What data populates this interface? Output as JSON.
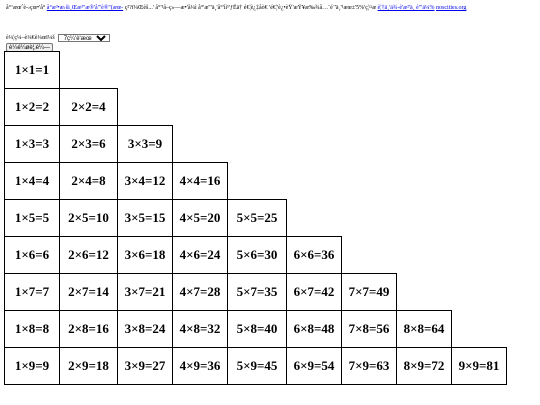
{
  "header": {
    "garbled_text": "å°‘æœˆè-›çœ•'å°",
    "link_text": "å°æ³•æ›ši¸Œæ³\"æ®'å\"'è®\"(æœ-",
    "rest_text": "ç²?ï¼Œèš...' å°'¹â–ç»—æ•'å¼ì å°'æ'\"ä¸'å°'ìì¹'ƒËä†    é€¦è¿‡åò€ 'é€¦'è¿•èŸ'æŸ¥æ‰¾å…¨é¨'ä¸'¹æœ±'5%'ç¦¤æ",
    "link2_text": "è¦†ä¸'ä¾-è'æ²'ä¸ è'\"ä¼%",
    "domain_link": "noscities.org"
  },
  "controls": {
    "label": "è¼¦ç¼–è¼€è¼œï¼š",
    "select_value": "7ç¼'è'æœ",
    "button_label": "è¼é¼øè¦‚è¼—"
  },
  "table": {
    "rows": [
      [
        "1×1=1"
      ],
      [
        "1×2=2",
        "2×2=4"
      ],
      [
        "1×3=3",
        "2×3=6",
        "3×3=9"
      ],
      [
        "1×4=4",
        "2×4=8",
        "3×4=12",
        "4×4=16"
      ],
      [
        "1×5=5",
        "2×5=10",
        "3×5=15",
        "4×5=20",
        "5×5=25"
      ],
      [
        "1×6=6",
        "2×6=12",
        "3×6=18",
        "4×6=24",
        "5×6=30",
        "6×6=36"
      ],
      [
        "1×7=7",
        "2×7=14",
        "3×7=21",
        "4×7=28",
        "5×7=35",
        "6×7=42",
        "7×7=49"
      ],
      [
        "1×8=8",
        "2×8=16",
        "3×8=24",
        "4×8=32",
        "5×8=40",
        "6×8=48",
        "7×8=56",
        "8×8=64"
      ],
      [
        "1×9=9",
        "2×9=18",
        "3×9=27",
        "4×9=36",
        "5×9=45",
        "6×9=54",
        "7×9=63",
        "8×9=72",
        "9×9=81"
      ]
    ]
  }
}
